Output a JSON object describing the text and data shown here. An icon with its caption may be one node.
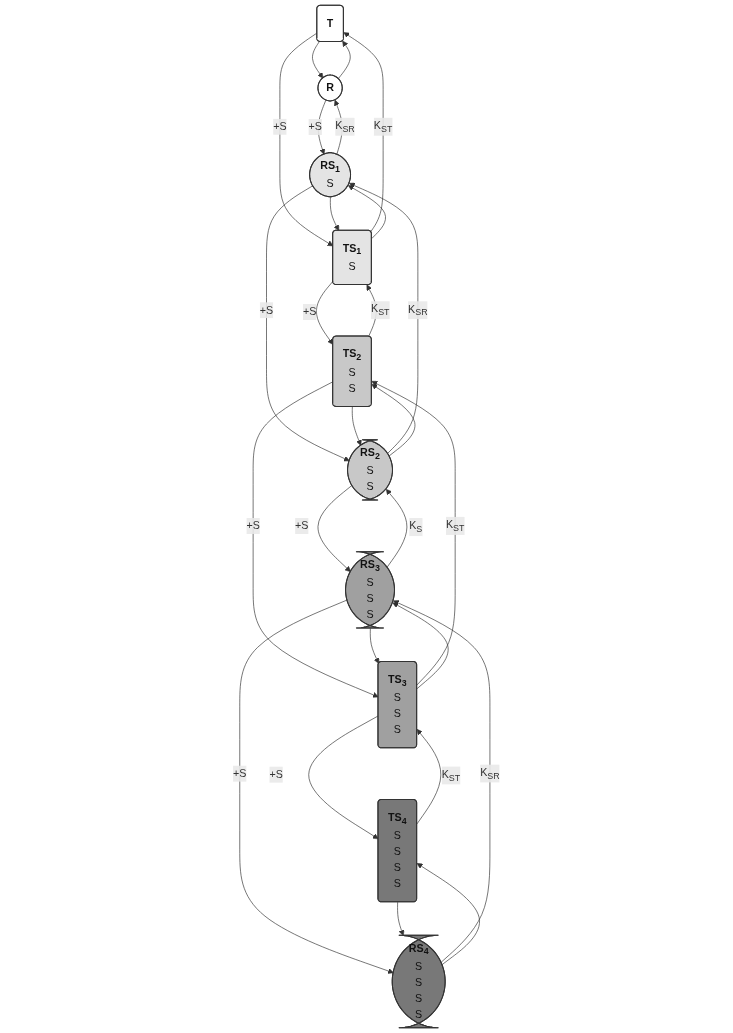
{
  "diagram": {
    "nodes": [
      {
        "text": [
          "T"
        ]
      },
      {
        "text": [
          "R"
        ]
      },
      {
        "text": [
          "TS$_{1}$",
          "S"
        ]
      },
      {
        "text": [
          "RS$_{1}$",
          "S"
        ]
      },
      {
        "text": [
          "TS$_{2}$",
          "S",
          "S"
        ]
      },
      {
        "text": [
          "RS$_{2}$",
          "S",
          "S"
        ]
      },
      {
        "text": [
          "TS$_{3}$",
          "S",
          "S",
          "S"
        ]
      },
      {
        "text": [
          "RS$_{3}$",
          "S",
          "S",
          "S"
        ]
      },
      {
        "text": [
          "TS$_{4}$",
          "S",
          "S",
          "S",
          "S"
        ]
      },
      {
        "text": [
          "RS$_{4}$",
          "S",
          "S",
          "S",
          "S"
        ]
      }
    ],
    "edges": [
      {
        "from": 1,
        "to": 0,
        "arrow": "to"
      },
      {
        "from": 0,
        "to": 1,
        "arrow": "to"
      },
      {
        "from": 0,
        "to": 2,
        "arrow": "to",
        "label": "+S"
      },
      {
        "from": 2,
        "to": 0,
        "arrow": "to",
        "label": "K$_{S}$$_{T}$"
      },
      {
        "from": 1,
        "to": 3,
        "arrow": "to",
        "label": "+S"
      },
      {
        "from": 3,
        "to": 1,
        "arrow": "to",
        "label": "K$_{S}$$_{R}$"
      },
      {
        "from": 3,
        "to": 2,
        "arrow": "to"
      },
      {
        "from": 2,
        "to": 3,
        "arrow": "to"
      },
      {
        "from": 2,
        "to": 4,
        "arrow": "to",
        "label": "+S"
      },
      {
        "from": 4,
        "to": 2,
        "arrow": "to",
        "label": "K$_{S}$$_{T}$"
      },
      {
        "from": 3,
        "to": 5,
        "arrow": "to",
        "label": "+S"
      },
      {
        "from": 5,
        "to": 3,
        "arrow": "to",
        "label": "K$_{S}$$_{R}$"
      },
      {
        "from": 5,
        "to": 4,
        "arrow": "to"
      },
      {
        "from": 4,
        "to": 5,
        "arrow": "to"
      },
      {
        "from": 4,
        "to": 6,
        "arrow": "to",
        "label": "+S"
      },
      {
        "from": 6,
        "to": 4,
        "arrow": "to",
        "label": "K$_{S}$$_{T}$"
      },
      {
        "from": 5,
        "to": 7,
        "arrow": "to",
        "label": "+S"
      },
      {
        "from": 7,
        "to": 5,
        "arrow": "to",
        "label": "K$_{S}$"
      },
      {
        "from": 7,
        "to": 6,
        "arrow": "to"
      },
      {
        "from": 6,
        "to": 7,
        "arrow": "to"
      },
      {
        "from": 6,
        "to": 8,
        "arrow": "to",
        "label": "+S"
      },
      {
        "from": 8,
        "to": 6,
        "arrow": "to",
        "label": "K$_{S}$$_{T}$"
      },
      {
        "from": 7,
        "to": 9,
        "arrow": "to",
        "label": "+S"
      },
      {
        "from": 9,
        "to": 7,
        "arrow": "to",
        "label": "K$_{S}$$_{R}$"
      },
      {
        "from": 9,
        "to": 8,
        "arrow": "to"
      },
      {
        "from": 8,
        "to": 9,
        "arrow": "to"
      }
    ]
  }
}
